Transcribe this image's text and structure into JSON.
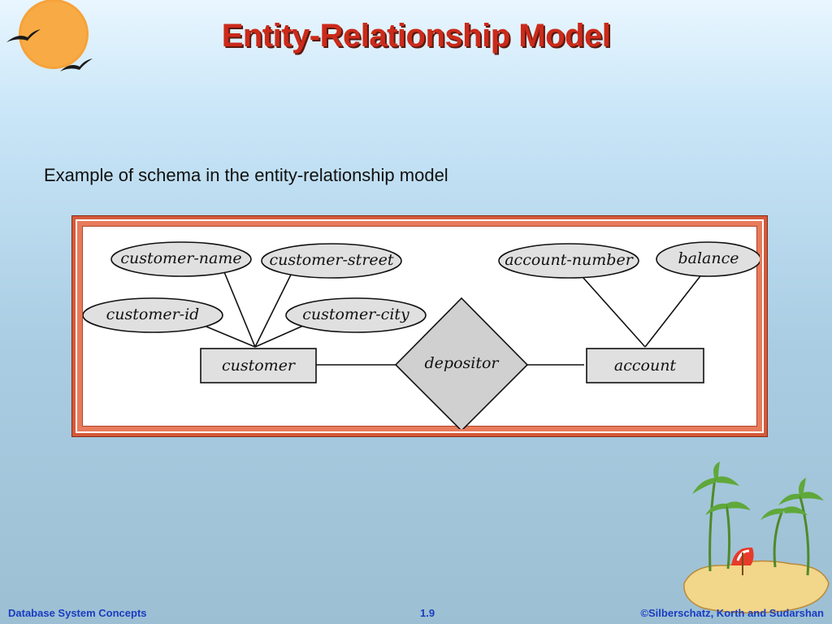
{
  "title": "Entity-Relationship Model",
  "subtitle": "Example of schema in the entity-relationship model",
  "diagram": {
    "attributes": {
      "customer_name": "customer-name",
      "customer_street": "customer-street",
      "customer_id": "customer-id",
      "customer_city": "customer-city",
      "account_number": "account-number",
      "balance": "balance"
    },
    "entities": {
      "customer": "customer",
      "account": "account"
    },
    "relationship": "depositor"
  },
  "footer": {
    "left": "Database System Concepts",
    "center": "1.9",
    "right": "©Silberschatz, Korth and Sudarshan"
  },
  "colors": {
    "title": "#cc2a1a",
    "footer_text": "#1a3cc0",
    "frame": "#d45a3a",
    "shape_fill": "#e0e0e0",
    "relationship_fill": "#d0d0d0"
  }
}
